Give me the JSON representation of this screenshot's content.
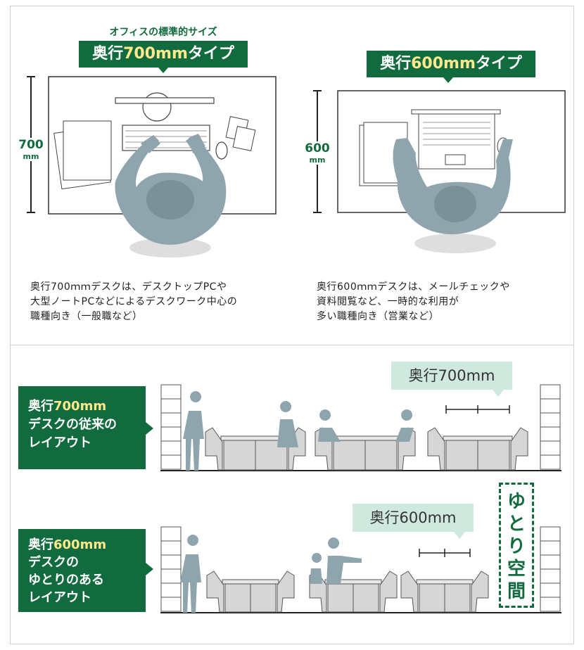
{
  "top": {
    "subtitle": "オフィスの標準的サイズ",
    "left": {
      "badge_prefix": "奥行",
      "badge_highlight": "700mm",
      "badge_suffix": "タイプ",
      "dim_value": "700",
      "dim_unit": "mm",
      "description": "奥行700ｍｍデスクは、デスクトップPCや\n大型ノートPCなどによるデスクワーク中心の\n職種向き（一般職など）"
    },
    "right": {
      "badge_prefix": "奥行",
      "badge_highlight": "600mm",
      "badge_suffix": "タイプ",
      "dim_value": "600",
      "dim_unit": "mm",
      "description": "奥行600ｍｍデスクは、メールチェックや\n資料閲覧など、一時的な利用が\n多い職種向き（営業など）"
    }
  },
  "bottom": {
    "row1": {
      "label_prefix": "奥行",
      "label_highlight": "700mm",
      "label_rest": "デスクの従来の\nレイアウト",
      "bubble": "奥行700mm"
    },
    "row2": {
      "label_prefix": "奥行",
      "label_highlight": "600mm",
      "label_rest": "デスクの\nゆとりのある\nレイアウト",
      "bubble": "奥行600mm",
      "space_label": [
        "ゆ",
        "と",
        "り",
        "空",
        "間"
      ]
    }
  },
  "colors": {
    "brand_green": "#126b3f",
    "highlight_yellow": "#ffe98c",
    "bubble_mint": "#cfe9df",
    "person_slate": "#8fa5ad",
    "desk_gray": "#d6d6d6"
  }
}
